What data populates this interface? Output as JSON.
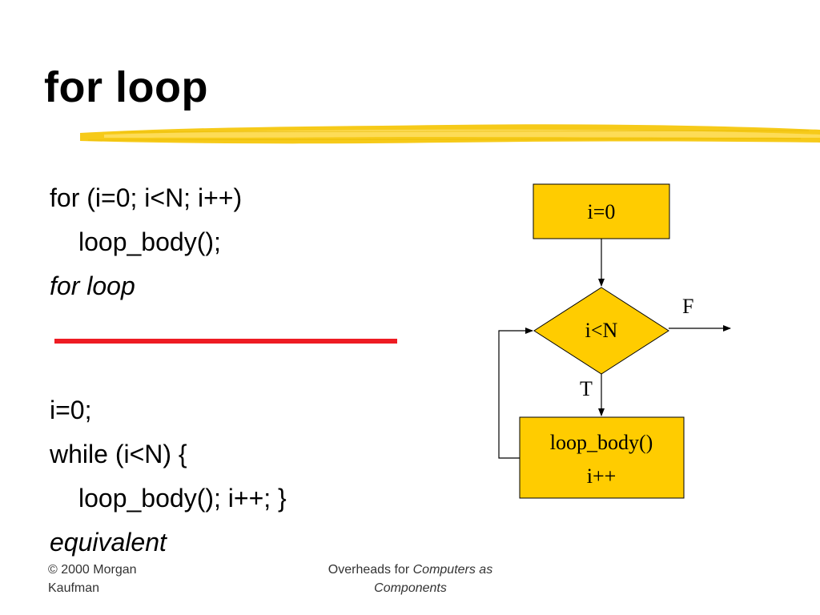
{
  "slide": {
    "title": "for loop",
    "code_lines": [
      "for (i=0; i<N; i++)",
      "loop_body();",
      "for loop",
      "i=0;",
      "while (i<N) {",
      "loop_body(); i++; }",
      "equivalent"
    ]
  },
  "flowchart": {
    "init_label": "i=0",
    "condition_label": "i<N",
    "body_label_line1": "loop_body()",
    "body_label_line2": "i++",
    "true_label": "T",
    "false_label": "F"
  },
  "footer": {
    "copyright_line1": "© 2000 Morgan",
    "copyright_line2": "Kaufman",
    "overheads_prefix": "Overheads for ",
    "overheads_book_1": "Computers as",
    "overheads_book_2": "Components"
  },
  "colors": {
    "box_fill": "#ffcc00",
    "divider_red": "#ee1c23",
    "brush_yellow": "#f5c400"
  }
}
